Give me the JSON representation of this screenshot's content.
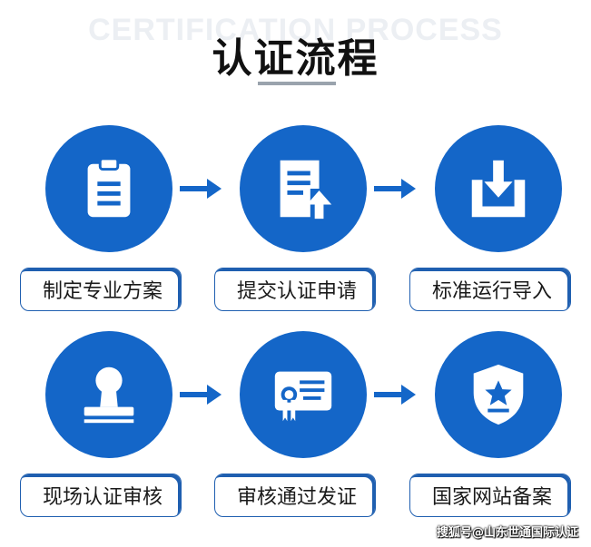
{
  "header": {
    "bg_title": "CERTIFICATION PROCESS",
    "title": "认证流程"
  },
  "steps": [
    {
      "label": "制定专业方案",
      "icon": "clipboard-icon"
    },
    {
      "label": "提交认证申请",
      "icon": "document-upload-icon"
    },
    {
      "label": "标准运行导入",
      "icon": "download-tray-icon"
    },
    {
      "label": "现场认证审核",
      "icon": "stamp-icon"
    },
    {
      "label": "审核通过发证",
      "icon": "certificate-icon"
    },
    {
      "label": "国家网站备案",
      "icon": "shield-star-icon"
    }
  ],
  "watermark": "搜狐号@山东世通国际认证",
  "colors": {
    "accent": "#1466c8",
    "border": "#1f5fb0",
    "title": "#111111"
  }
}
